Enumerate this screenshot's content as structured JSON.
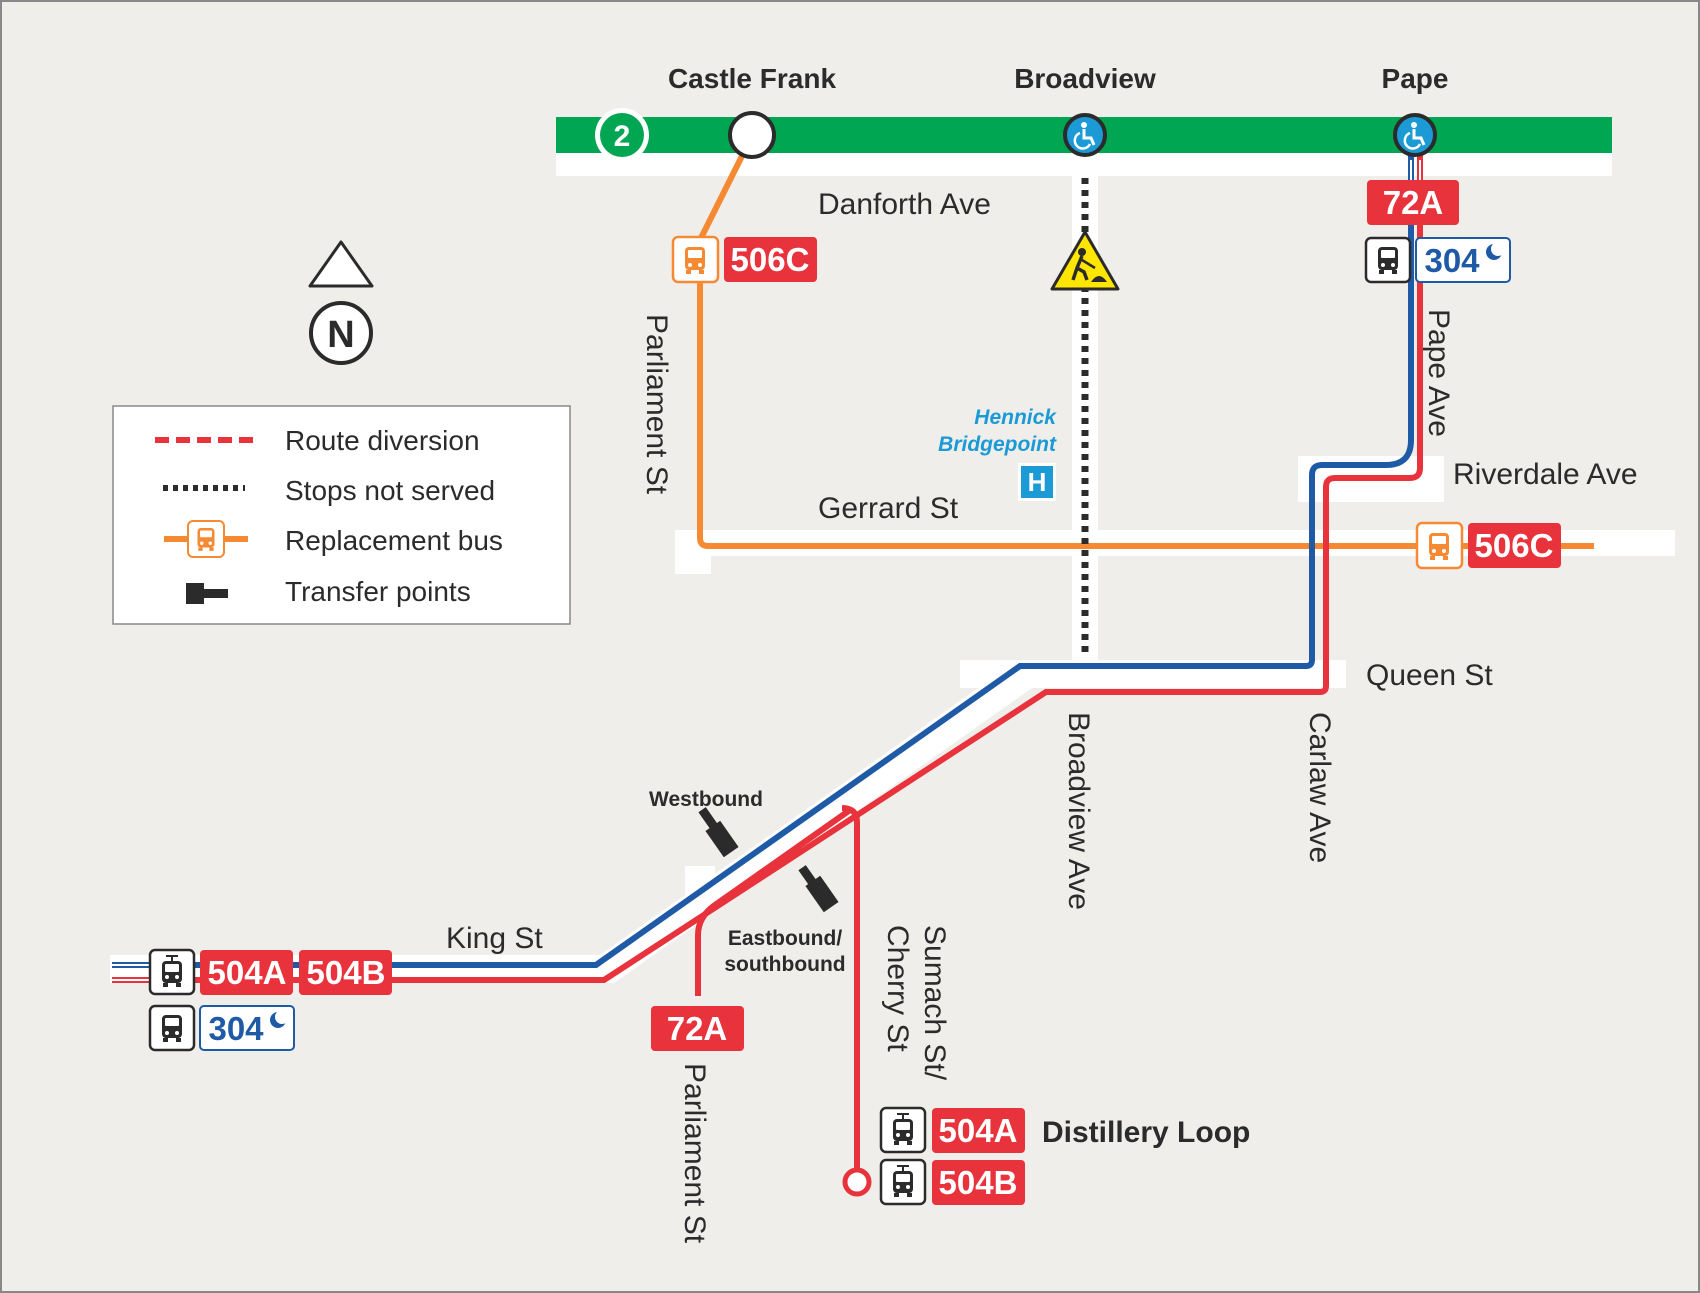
{
  "colors": {
    "background": "#efeeeb",
    "subway_line_2": "#00a651",
    "route_diversion_red": "#e8323c",
    "route_blue": "#1f5aa6",
    "replacement_bus_orange": "#f58a32",
    "accessible_blue": "#1b9ad6",
    "hospital_blue": "#1b9ad6",
    "text": "#2b2b2b"
  },
  "subway": {
    "line_number": "2",
    "stations": {
      "castle_frank": "Castle Frank",
      "broadview": "Broadview",
      "pape": "Pape"
    }
  },
  "compass": {
    "north_label": "N"
  },
  "streets": {
    "danforth": "Danforth Ave",
    "parliament_north": "Parliament St",
    "pape_ave": "Pape Ave",
    "riverdale": "Riverdale Ave",
    "gerrard": "Gerrard St",
    "queen": "Queen St",
    "broadview_ave": "Broadview Ave",
    "carlaw": "Carlaw Ave",
    "king": "King St",
    "parliament_south": "Parliament St",
    "sumach_line1": "Sumach St/",
    "sumach_line2": "Cherry St"
  },
  "landmarks": {
    "hospital_line1": "Hennick",
    "hospital_line2": "Bridgepoint",
    "hospital_symbol": "H",
    "distillery_loop": "Distillery Loop"
  },
  "transfer_labels": {
    "westbound": "Westbound",
    "eastbound_line1": "Eastbound/",
    "eastbound_line2": "southbound"
  },
  "route_badges": {
    "r506c_castle_frank": "506C",
    "r506c_gerrard_east": "506C",
    "r72a_pape": "72A",
    "r72a_parliament": "72A",
    "r304_pape": "304",
    "r304_king": "304",
    "r504a_king": "504A",
    "r504b_king": "504B",
    "r504a_distillery": "504A",
    "r504b_distillery": "504B"
  },
  "legend": {
    "items": [
      {
        "label": "Route diversion",
        "symbol": "red-dashed-line"
      },
      {
        "label": "Stops not served",
        "symbol": "black-dotted-line"
      },
      {
        "label": "Replacement bus",
        "symbol": "orange-bus-line"
      },
      {
        "label": "Transfer points",
        "symbol": "transfer-platform"
      }
    ]
  },
  "icons": {
    "accessible": "wheelchair-icon",
    "construction": "construction-warning-icon",
    "bus": "bus-icon",
    "streetcar": "streetcar-icon",
    "night_service": "moon-icon",
    "hospital": "hospital-icon",
    "north": "north-arrow-icon"
  }
}
